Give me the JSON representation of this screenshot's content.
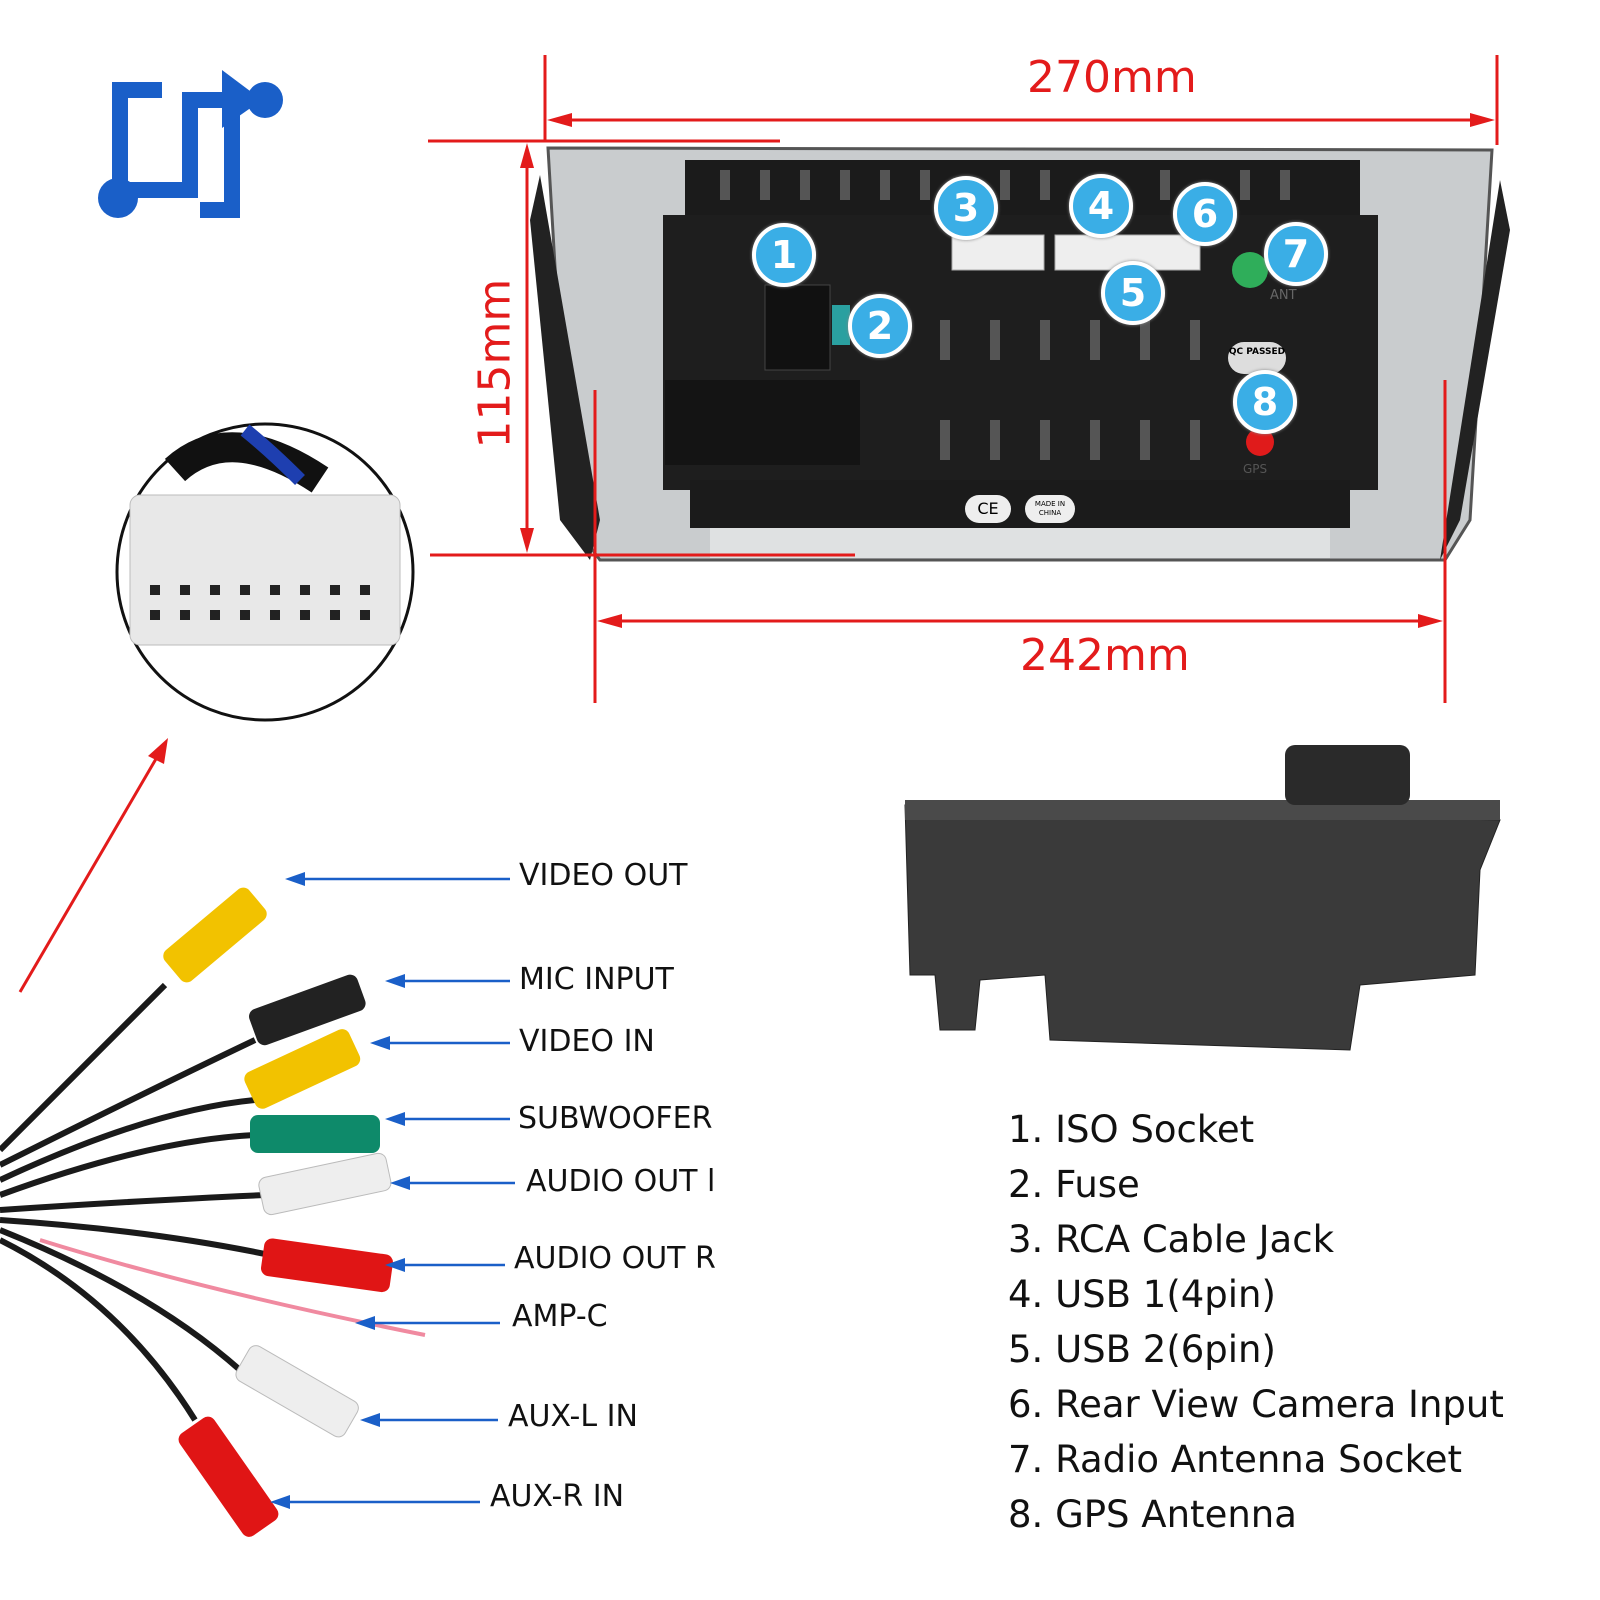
{
  "dimensions": {
    "width": "270mm",
    "height": "115mm",
    "bottom_width": "242mm"
  },
  "stickers": {
    "ce": "CE",
    "made_in": "MADE IN CHINA",
    "qc": "QC PASSED",
    "gps": "GPS",
    "ant": "ANT"
  },
  "badges": [
    "1",
    "2",
    "3",
    "4",
    "5",
    "6",
    "7",
    "8"
  ],
  "cable_labels": [
    "VIDEO OUT",
    "MIC INPUT",
    "VIDEO IN",
    "SUBWOOFER",
    "AUDIO OUT l",
    "AUDIO OUT R",
    "AMP-C",
    "AUX-L IN",
    "AUX-R IN"
  ],
  "legend": [
    "1. ISO Socket",
    "2. Fuse",
    "3. RCA Cable Jack",
    "4. USB 1(4pin)",
    "5. USB 2(6pin)",
    "6. Rear View Camera Input",
    "7. Radio Antenna Socket",
    "8. GPS Antenna"
  ],
  "colors": {
    "dimension": "#e31b1b",
    "badge": "#3aaee6",
    "arrow": "#1a5fc8",
    "logo": "#1a5fc8"
  }
}
